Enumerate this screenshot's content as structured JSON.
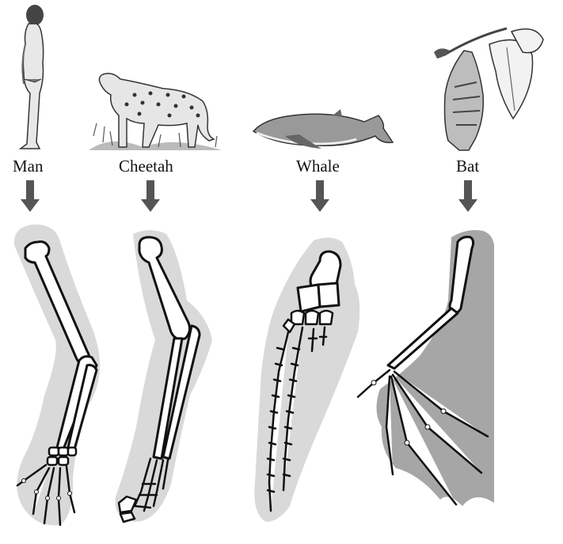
{
  "figure": {
    "animals": [
      {
        "label": "Man",
        "icon": "human-figure"
      },
      {
        "label": "Cheetah",
        "icon": "cheetah-figure"
      },
      {
        "label": "Whale",
        "icon": "whale-figure"
      },
      {
        "label": "Bat",
        "icon": "bat-figure"
      }
    ],
    "colors": {
      "outline": "#111111",
      "halo_light": "#d9d9d9",
      "bat_membrane": "#a6a6a6",
      "arrow": "#555555",
      "bone": "#ffffff"
    }
  }
}
